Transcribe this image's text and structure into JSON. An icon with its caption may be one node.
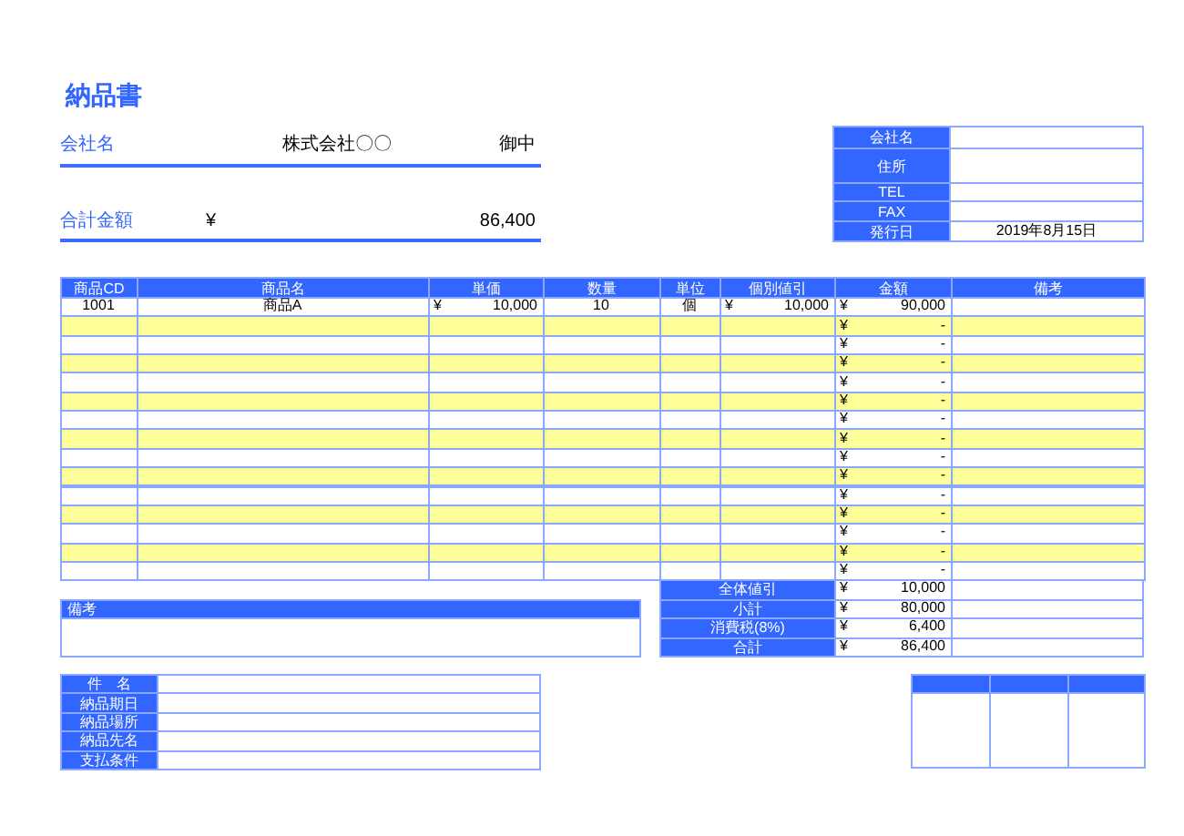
{
  "diagram": {
    "title": "納品書",
    "labels": [
      "会社名",
      "株式会社〇〇",
      "御中",
      "合計金額",
      "¥",
      "86,400",
      "会社名",
      "住所",
      "TEL",
      "FAX",
      "発行日",
      "2019年8月15日",
      "商品CD",
      "商品名",
      "単価",
      "数量",
      "単位",
      "個別値引",
      "金額",
      "備考",
      "1001",
      "商品A",
      "¥",
      "10,000",
      "10",
      "個",
      "¥",
      "10,000",
      "¥",
      "90,000",
      "¥",
      "-",
      "¥",
      "-",
      "¥",
      "-",
      "¥",
      "-",
      "¥",
      "-",
      "¥",
      "-",
      "¥",
      "-",
      "¥",
      "-",
      "¥",
      "-",
      "¥",
      "-",
      "¥",
      "-",
      "¥",
      "-",
      "¥",
      "-",
      "¥",
      "-",
      "備考",
      "全体値引",
      "¥",
      "10,000",
      "小計",
      "¥",
      "80,000",
      "消費税(8%)",
      "¥",
      "6,400",
      "合計",
      "¥",
      "86,400",
      "件　名",
      "納品期日",
      "納品場所",
      "納品先名",
      "支払条件"
    ]
  }
}
